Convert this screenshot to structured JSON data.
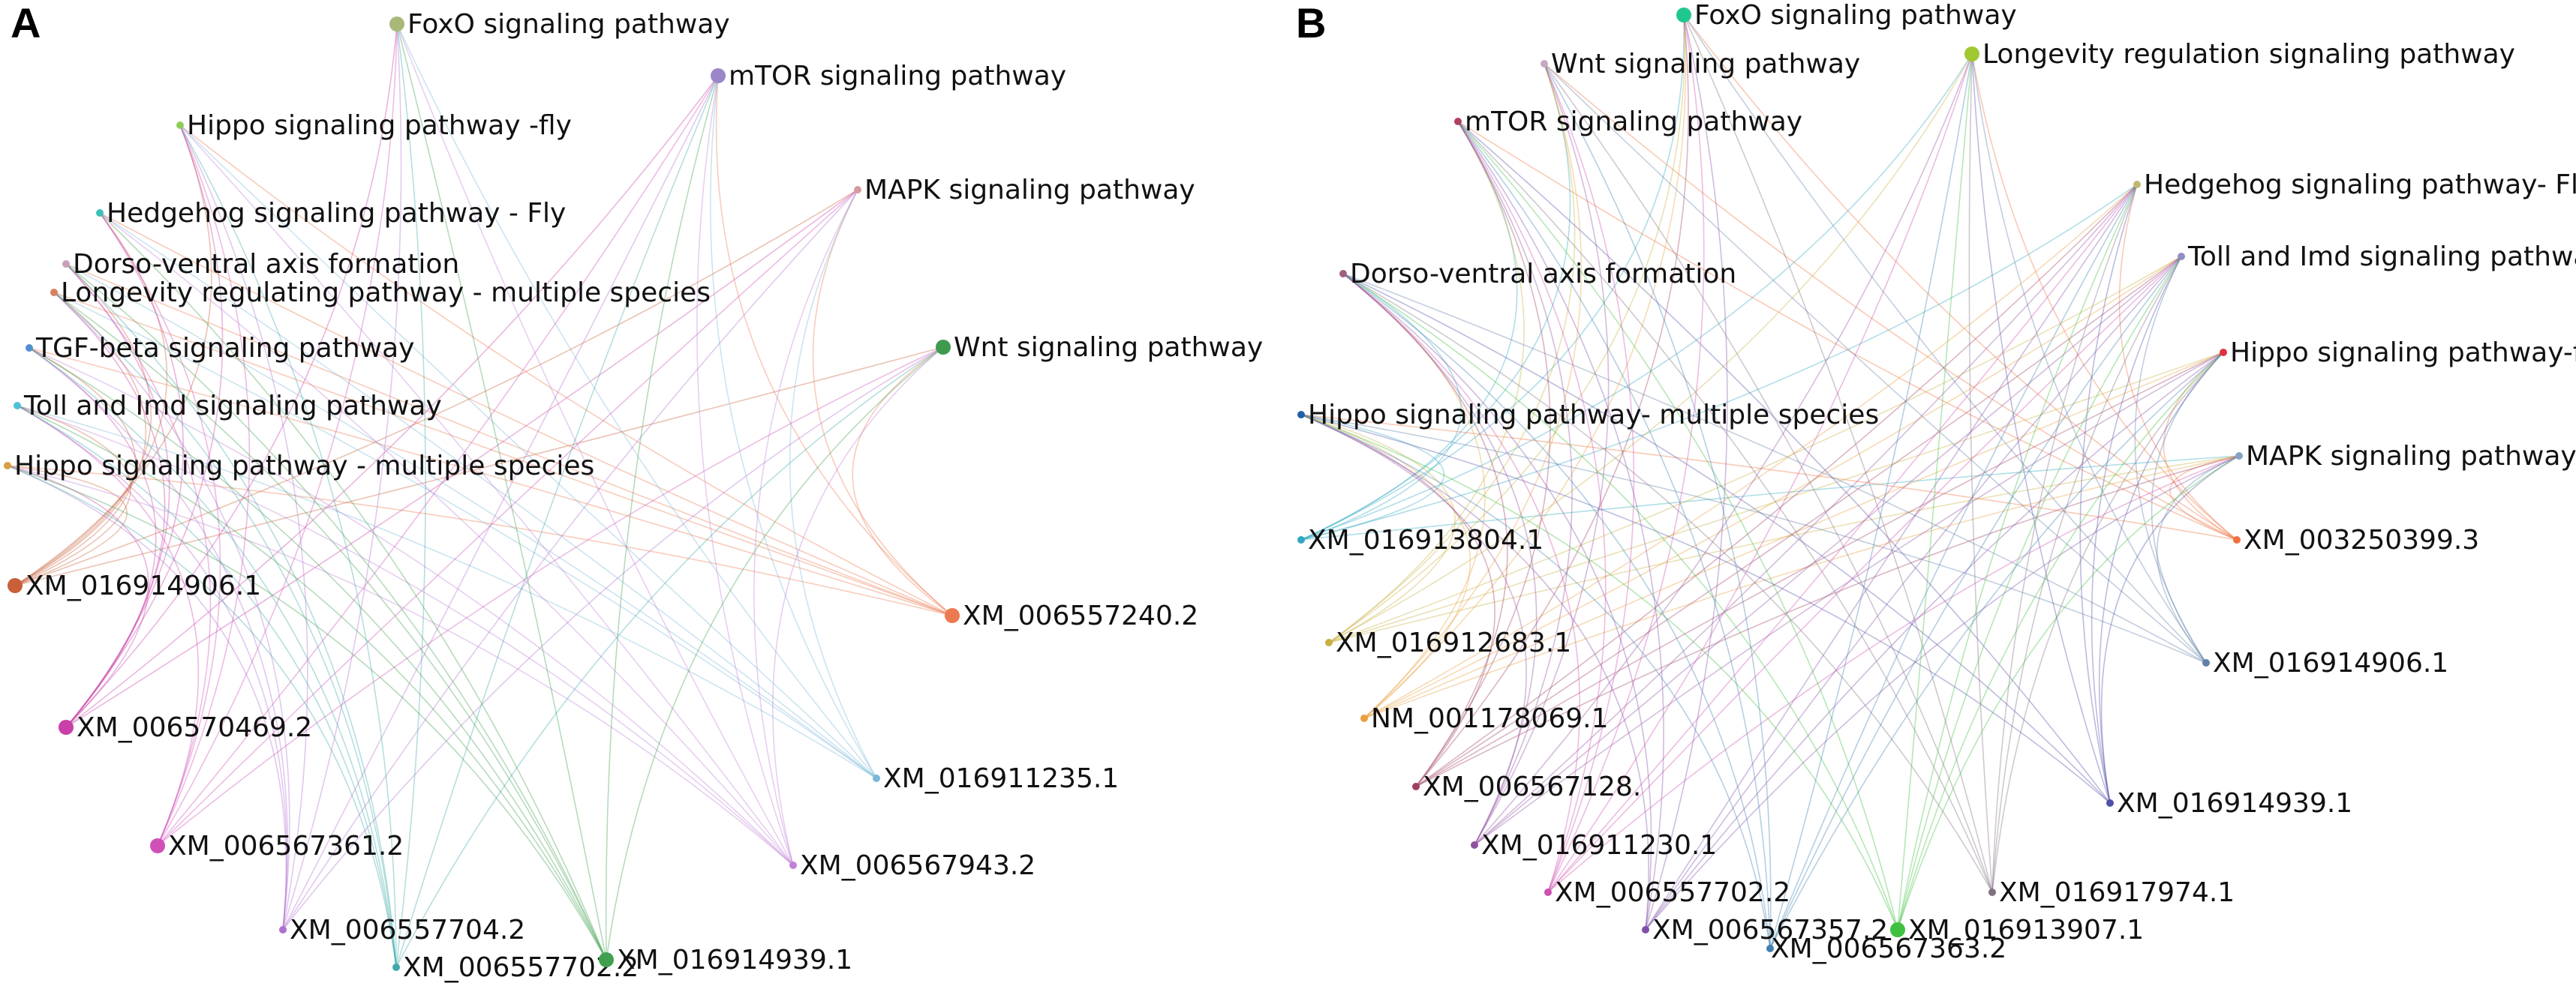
{
  "panels": [
    {
      "letter": "A",
      "pathways": [
        {
          "id": "A-p0",
          "label": "FoxO signaling pathway",
          "color": "#a8b878",
          "size": "big"
        },
        {
          "id": "A-p1",
          "label": "mTOR signaling pathway",
          "color": "#9a86c8",
          "size": "big"
        },
        {
          "id": "A-p2",
          "label": "Hippo signaling pathway -fly",
          "color": "#8fce5a",
          "size": "small"
        },
        {
          "id": "A-p3",
          "label": "MAPK signaling pathway",
          "color": "#d69aa0",
          "size": "small"
        },
        {
          "id": "A-p4",
          "label": "Hedgehog signaling pathway - Fly",
          "color": "#3cc0b8",
          "size": "small"
        },
        {
          "id": "A-p5",
          "label": "Dorso-ventral axis formation",
          "color": "#c8a0b8",
          "size": "small"
        },
        {
          "id": "A-p6",
          "label": "Longevity regulating pathway - multiple species",
          "color": "#d88060",
          "size": "small"
        },
        {
          "id": "A-p7",
          "label": "TGF-beta signaling pathway",
          "color": "#5090d0",
          "size": "small"
        },
        {
          "id": "A-p8",
          "label": "Wnt signaling pathway",
          "color": "#3f9a4f",
          "size": "big"
        },
        {
          "id": "A-p9",
          "label": "Toll and Imd signaling pathway",
          "color": "#50c0d8",
          "size": "small"
        },
        {
          "id": "A-p10",
          "label": "Hippo signaling pathway - multiple species",
          "color": "#d8a040",
          "size": "small"
        }
      ],
      "genes": [
        {
          "id": "A-g0",
          "label": "XM_016914906.1",
          "color": "#c8603a",
          "size": "big"
        },
        {
          "id": "A-g1",
          "label": "XM_006557240.2",
          "color": "#ec7a50",
          "size": "big"
        },
        {
          "id": "A-g2",
          "label": "XM_006570469.2",
          "color": "#c840a8",
          "size": "big"
        },
        {
          "id": "A-g3",
          "label": "XM_016911235.1",
          "color": "#78b8d8",
          "size": "small"
        },
        {
          "id": "A-g4",
          "label": "XM_006567361.2",
          "color": "#d050b8",
          "size": "big"
        },
        {
          "id": "A-g5",
          "label": "XM_006567943.2",
          "color": "#c080d8",
          "size": "small"
        },
        {
          "id": "A-g6",
          "label": "XM_006557704.2",
          "color": "#b070d0",
          "size": "small"
        },
        {
          "id": "A-g7",
          "label": "XM_006557702.2",
          "color": "#40a8a8",
          "size": "small"
        },
        {
          "id": "A-g8",
          "label": "XM_016914939.1",
          "color": "#40a050",
          "size": "big"
        }
      ]
    },
    {
      "letter": "B",
      "pathways": [
        {
          "id": "B-p0",
          "label": "FoxO signaling pathway",
          "color": "#20c890",
          "size": "big"
        },
        {
          "id": "B-p1",
          "label": "Wnt signaling pathway",
          "color": "#c8a8c0",
          "size": "small"
        },
        {
          "id": "B-p2",
          "label": "Longevity regulation signaling pathway",
          "color": "#a0c830",
          "size": "big"
        },
        {
          "id": "B-p3",
          "label": "mTOR signaling pathway",
          "color": "#b04060",
          "size": "small"
        },
        {
          "id": "B-p4",
          "label": "Hedgehog signaling pathway- Fly",
          "color": "#c0b870",
          "size": "small"
        },
        {
          "id": "B-p5",
          "label": "Dorso-ventral axis formation",
          "color": "#a06080",
          "size": "small"
        },
        {
          "id": "B-p6",
          "label": "Toll and Imd signaling pathway",
          "color": "#9090c0",
          "size": "small"
        },
        {
          "id": "B-p7",
          "label": "Hippo signaling pathway-fly",
          "color": "#e03040",
          "size": "small"
        },
        {
          "id": "B-p8",
          "label": "Hippo signaling pathway- multiple species",
          "color": "#2060a8",
          "size": "small"
        },
        {
          "id": "B-p9",
          "label": "MAPK signaling pathway",
          "color": "#88a0c8",
          "size": "small"
        }
      ],
      "genes": [
        {
          "id": "B-g0",
          "label": "XM_016913804.1",
          "color": "#30a8c0",
          "size": "small"
        },
        {
          "id": "B-g1",
          "label": "XM_003250399.3",
          "color": "#f07040",
          "size": "small"
        },
        {
          "id": "B-g2",
          "label": "XM_016912683.1",
          "color": "#c8b040",
          "size": "small"
        },
        {
          "id": "B-g3",
          "label": "XM_016914906.1",
          "color": "#6080a8",
          "size": "small"
        },
        {
          "id": "B-g4",
          "label": "NM_001178069.1",
          "color": "#e8a040",
          "size": "small"
        },
        {
          "id": "B-g5",
          "label": "XM_006567128.",
          "color": "#a04060",
          "size": "small"
        },
        {
          "id": "B-g6",
          "label": "XM_016914939.1",
          "color": "#5050a8",
          "size": "small"
        },
        {
          "id": "B-g7",
          "label": "XM_016911230.1",
          "color": "#9050a0",
          "size": "small"
        },
        {
          "id": "B-g8",
          "label": "XM_016917974.1",
          "color": "#807080",
          "size": "small"
        },
        {
          "id": "B-g9",
          "label": "XM_006557702.2",
          "color": "#d050b0",
          "size": "small"
        },
        {
          "id": "B-g10",
          "label": "XM_006567357.2",
          "color": "#8050a8",
          "size": "small"
        },
        {
          "id": "B-g11",
          "label": "XM_016913907.1",
          "color": "#40c040",
          "size": "big"
        },
        {
          "id": "B-g12",
          "label": "XM_006567363.2",
          "color": "#4080b0",
          "size": "small"
        }
      ]
    }
  ]
}
